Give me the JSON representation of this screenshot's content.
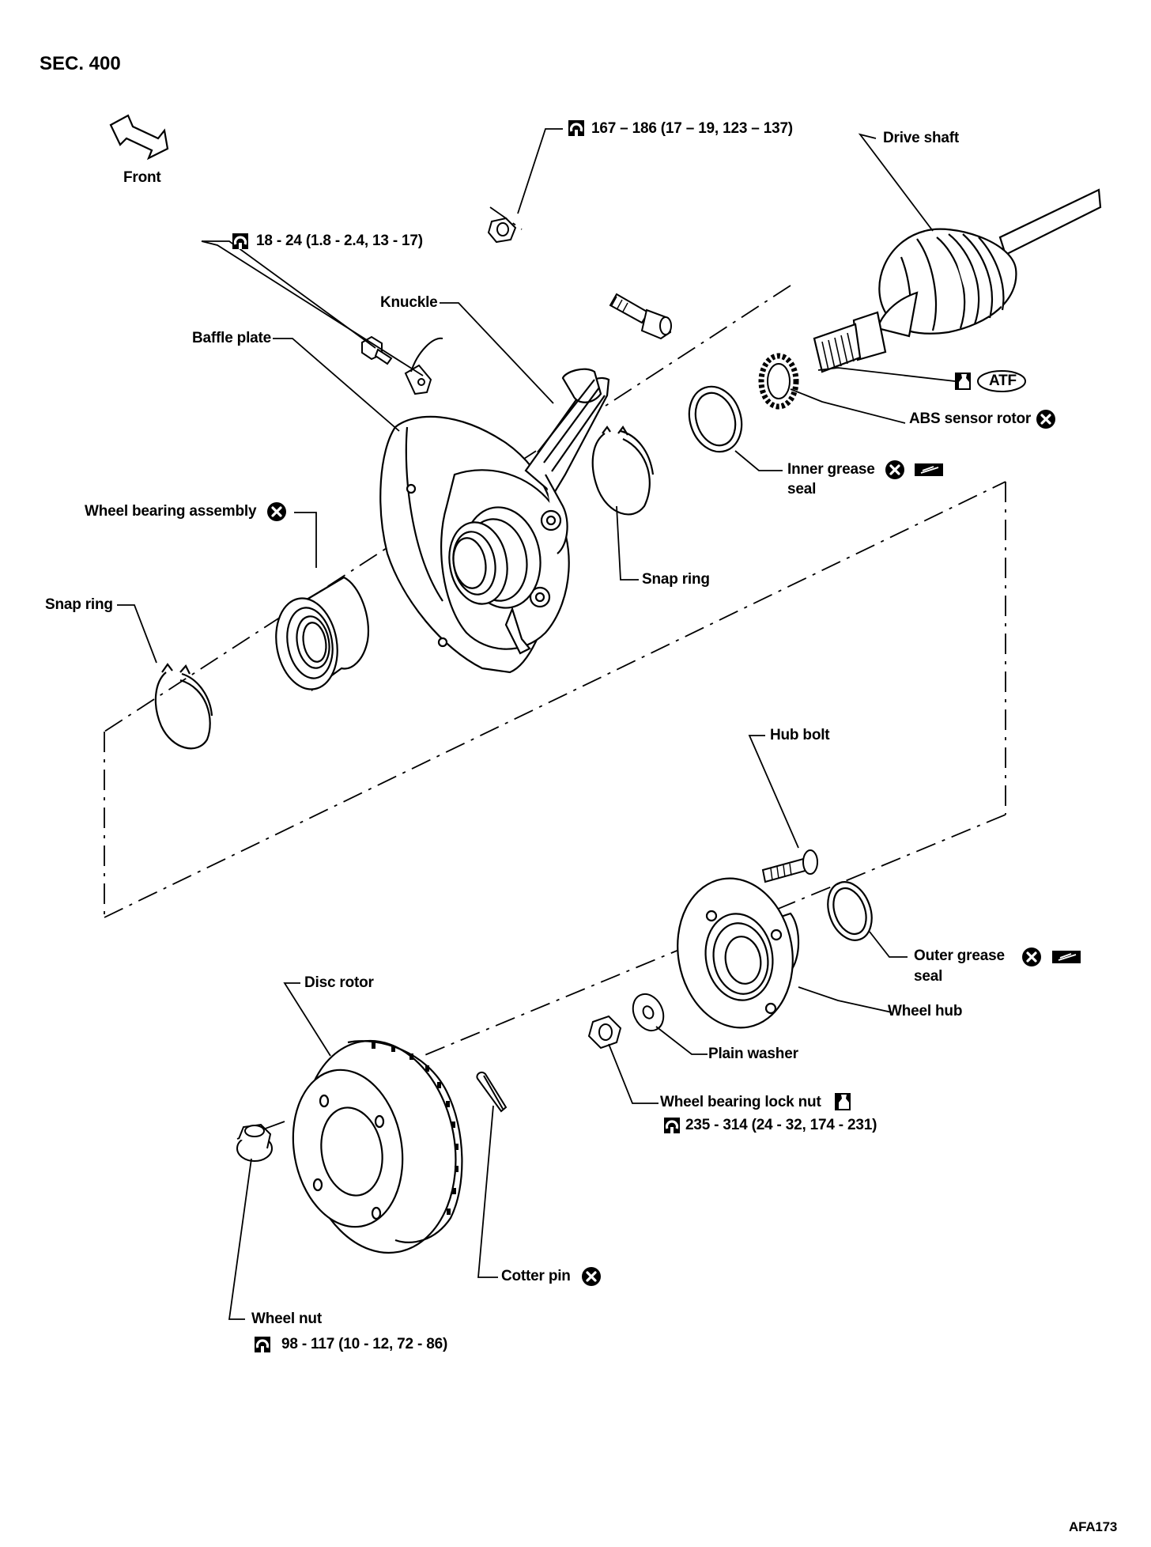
{
  "header": {
    "section": "SEC. 400",
    "direction": "Front"
  },
  "torque": {
    "top_nut": "167 – 186 (17 – 19, 123 – 137)",
    "sensor_bolt": "18 - 24 (1.8 - 2.4, 13 - 17)",
    "lock_nut": "235 - 314 (24 - 32, 174 - 231)",
    "wheel_nut": "98 - 117 (10 - 12, 72 - 86)"
  },
  "labels": {
    "drive_shaft": "Drive shaft",
    "knuckle": "Knuckle",
    "baffle_plate": "Baffle plate",
    "atf": "ATF",
    "abs_sensor_rotor": "ABS sensor rotor",
    "inner_grease_1": "Inner grease",
    "inner_grease_2": "seal",
    "wheel_bearing_assembly": "Wheel bearing assembly",
    "snap_ring_right": "Snap ring",
    "snap_ring_left": "Snap ring",
    "hub_bolt": "Hub bolt",
    "outer_grease_1": "Outer grease",
    "outer_grease_2": "seal",
    "disc_rotor": "Disc rotor",
    "wheel_hub": "Wheel hub",
    "plain_washer": "Plain washer",
    "lock_nut": "Wheel bearing lock nut",
    "cotter_pin": "Cotter pin",
    "wheel_nut": "Wheel nut"
  },
  "footer": {
    "code": "AFA173"
  },
  "icons": [
    "torque-wrench-icon",
    "do-not-reuse-icon",
    "grease-icon",
    "apply-lubricant-icon",
    "front-arrow-icon"
  ]
}
